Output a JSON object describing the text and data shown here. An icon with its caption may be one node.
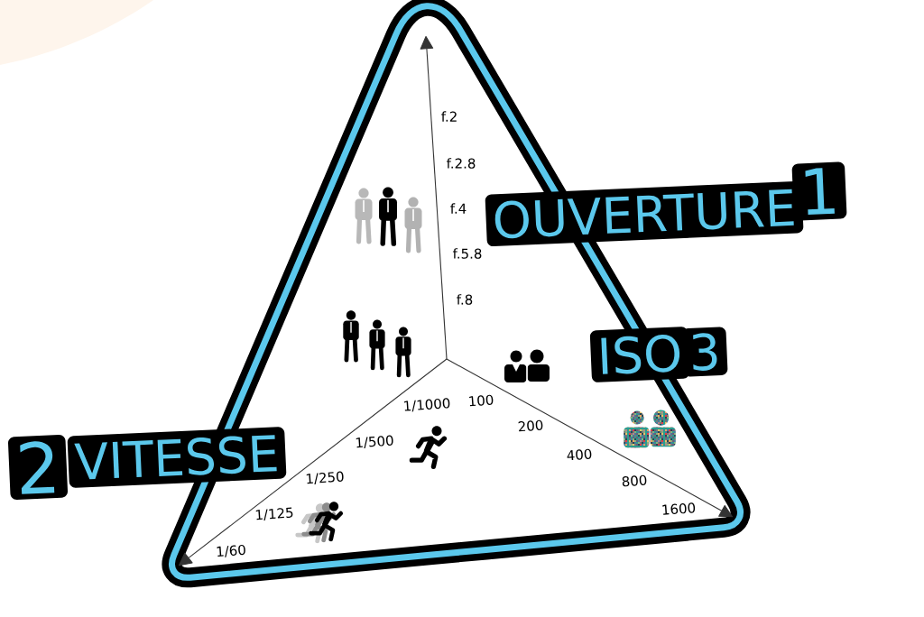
{
  "diagram": {
    "nodes": [
      {
        "text": [
          "OUVERTURE",
          "1"
        ]
      },
      {
        "text": [
          "ISO",
          "3"
        ]
      },
      {
        "text": [
          "2",
          "VITESSE"
        ]
      }
    ],
    "labels": [
      "f.2",
      "f.2.8",
      "f.4",
      "f.5.8",
      "f.8",
      "1/1000",
      "1/500",
      "1/250",
      "1/125",
      "1/60",
      "100",
      "200",
      "400",
      "800",
      "1600"
    ]
  }
}
